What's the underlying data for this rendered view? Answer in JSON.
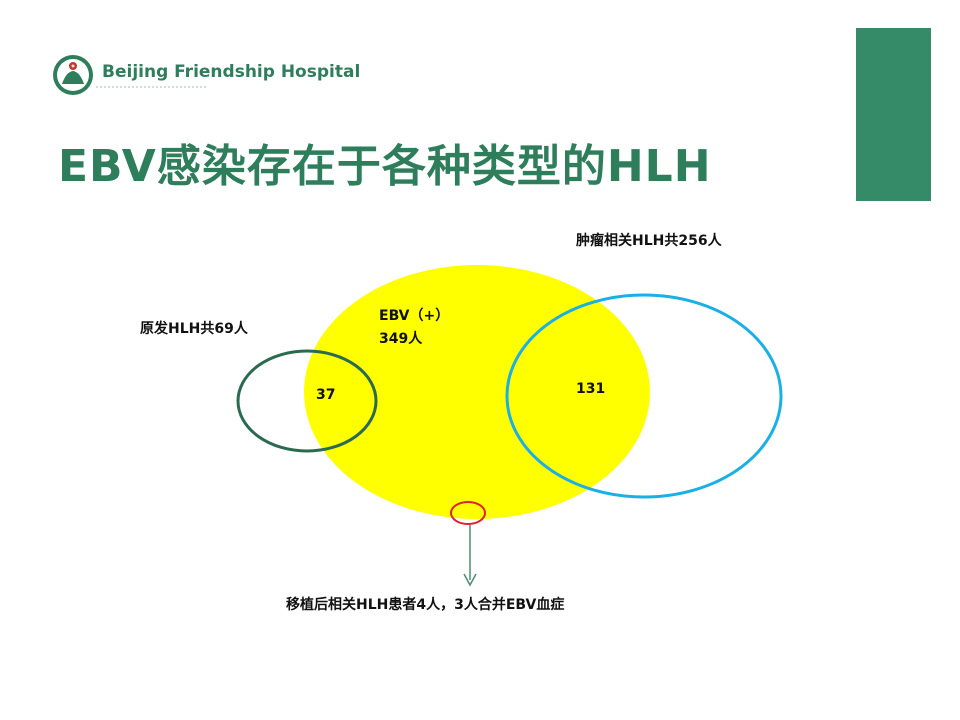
{
  "header": {
    "hospital_name": "Beijing Friendship Hospital",
    "logo_icon": "hospital-logo-icon",
    "accent_color": "#358a68"
  },
  "slide": {
    "title": "EBV感染存在于各种类型的HLH"
  },
  "venn": {
    "sets": [
      {
        "key": "ebv",
        "label_line1": "EBV（+）",
        "label_line2": "349人",
        "color": "#ffff00"
      },
      {
        "key": "primary",
        "label": "原发HLH共69人",
        "color": "#2a6b4f"
      },
      {
        "key": "tumor",
        "label": "肿瘤相关HLH共256人",
        "color": "#1ab0e6"
      },
      {
        "key": "transplant",
        "marker_color": "#e0202a"
      }
    ],
    "overlaps": {
      "primary_ebv": "37",
      "tumor_ebv": "131"
    },
    "annotation": "移植后相关HLH患者4人，3人合并EBV血症",
    "arrow_color": "#4d8c73"
  }
}
